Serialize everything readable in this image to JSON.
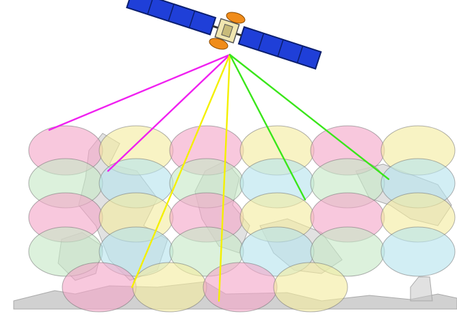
{
  "diagram": {
    "kind": "satellite multi-spot-beam coverage illustration",
    "satellite": {
      "icon": "satellite-icon",
      "panel_color": "#1f3fd8",
      "panel_outline": "#0a1e6e",
      "body_color": "#f0e6b0",
      "antenna_color": "#f08c1a"
    },
    "terrain_color": "#c9c9c9",
    "cell_colors": {
      "pink": "#f3a6c8",
      "yellow": "#f4eca0",
      "green": "#c6e8c6",
      "blue": "#b6e4ee"
    },
    "cell_rows": [
      [
        "pink",
        "yellow",
        "pink",
        "yellow",
        "pink",
        "yellow"
      ],
      [
        "green",
        "blue",
        "green",
        "blue",
        "green",
        "blue"
      ],
      [
        "pink",
        "yellow",
        "pink",
        "yellow",
        "pink",
        "yellow"
      ],
      [
        "green",
        "blue",
        "green",
        "blue",
        "green",
        "blue"
      ],
      [
        "pink",
        "yellow",
        "pink",
        "yellow"
      ]
    ],
    "beams": [
      {
        "color": "#f020f0",
        "from": "satellite",
        "to_cell": [
          0,
          0
        ]
      },
      {
        "color": "#f020f0",
        "from": "satellite",
        "to_cell": [
          1,
          1
        ]
      },
      {
        "color": "#f4f000",
        "from": "satellite",
        "to_cell": [
          4,
          1
        ]
      },
      {
        "color": "#f4f000",
        "from": "satellite",
        "to_cell": [
          4,
          2
        ]
      },
      {
        "color": "#3ae61a",
        "from": "satellite",
        "to_cell": [
          2,
          3
        ]
      },
      {
        "color": "#3ae61a",
        "from": "satellite",
        "to_cell": [
          1,
          5
        ]
      }
    ]
  }
}
